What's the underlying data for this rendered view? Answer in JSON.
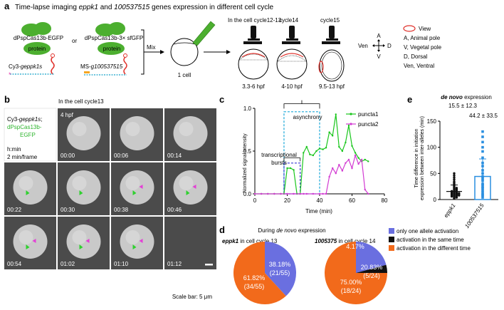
{
  "panel_a": {
    "letter": "a",
    "title_parts": [
      "Time-lapse imaging ",
      "eppk1",
      " and ",
      "100537515",
      " genes expression in different cell cycle"
    ],
    "protein1": "dPspCas13b-EGFP",
    "protein_word": "protein",
    "protein2": "dPspCas13b-3× sfGFP",
    "or": "or",
    "probe1_prefix": "Cy3-",
    "probe1_gene": "geppk1s",
    "probe2_prefix": "MS-",
    "probe2_gene": "g100537515",
    "mix": "Mix",
    "one_cell": "1 cell",
    "stage_header": "In the cell cycle12-13",
    "cycle14": "cycle14",
    "cycle15": "cycle15",
    "time1": "3.3-6 hpf",
    "time2": "4-10 hpf",
    "time3": "9.5-13 hpf",
    "compass": {
      "a": "A",
      "v": "V",
      "d": "D",
      "ven": "Ven"
    },
    "legend": [
      "View",
      "A, Animal pole",
      "V, Vegetal pole",
      "D, Dorsal",
      "Ven, Ventral"
    ],
    "colors": {
      "green": "#4caf2f",
      "red": "#e0322c",
      "orange": "#f5a623",
      "cyan": "#19a3c9"
    }
  },
  "panel_b": {
    "letter": "b",
    "header": "In the cell cycle13",
    "probe_prefix": "Cy3-",
    "probe_gene": "geppk1s",
    "probe_sep": ";",
    "reporter1": "dPspCas13b-",
    "reporter2": "EGFP",
    "hpf": "4 hpf",
    "unit": "h:min",
    "rate": "2 min/frame",
    "frames": [
      "00:00",
      "00:06",
      "00:14",
      "00:22",
      "00:30",
      "00:38",
      "00:46",
      "00:54",
      "01:02",
      "01:10",
      "01:12"
    ],
    "scale_bar": "Scale bar: 5 μm"
  },
  "panel_c": {
    "letter": "c",
    "ylabel": "Normalized signal intensity",
    "xlabel": "Time (min)",
    "annot_async": "asynchrony",
    "annot_bursts1": "transcriptional",
    "annot_bursts2": "bursts",
    "colors": {
      "puncta1": "#19c61c",
      "puncta2": "#d23bd2",
      "cyan": "#1aa7d8",
      "blue": "#3838d0"
    }
  },
  "panel_d": {
    "letter": "d",
    "title_parts": [
      "During ",
      "de novo",
      " expression"
    ],
    "pie1_gene": "eppk1",
    "pie1_suffix": " in cell cycle 13",
    "pie2_gene": "1005375",
    "pie2_suffix": " in cell cycle 14",
    "legend": [
      "only one allele activation",
      "activation in the same time",
      "activation in the different time"
    ],
    "colors": {
      "one": "#6a6fe0",
      "same": "#111111",
      "diff": "#f26a1b"
    }
  },
  "panel_e": {
    "letter": "e",
    "title_parts": [
      "de novo",
      " expression"
    ],
    "ylabel_line1": "Time difference in initiation",
    "ylabel_line2": "expression between inter-alleles (min)",
    "stat1": "15.5 ± 12.3",
    "stat2": "44.2 ± 33.5",
    "colors": {
      "eppk1": "#111111",
      "g2": "#2a8fe0"
    }
  },
  "chart_data": [
    {
      "type": "line",
      "xlabel": "Time (min)",
      "ylabel": "Normalized signal intensity",
      "xlim": [
        0,
        80
      ],
      "ylim": [
        0,
        1.0
      ],
      "xticks": [
        0,
        20,
        40,
        60,
        80
      ],
      "yticks": [
        0.0,
        0.5,
        1.0
      ],
      "annotations": [
        "asynchrony",
        "transcriptional bursts"
      ],
      "series": [
        {
          "name": "puncta1",
          "x": [
            0,
            4,
            8,
            12,
            16,
            18,
            20,
            22,
            24,
            26,
            28,
            30,
            32,
            34,
            36,
            38,
            40,
            42,
            44,
            46,
            48,
            50,
            52,
            54,
            56,
            58,
            60,
            62,
            64,
            66,
            68,
            70
          ],
          "y": [
            0,
            0,
            0,
            0,
            0,
            0,
            0.3,
            0.3,
            0.28,
            0,
            0,
            0.48,
            0.55,
            0.46,
            0.45,
            0.5,
            0.53,
            0.52,
            0.54,
            0.72,
            0.68,
            0.93,
            0.55,
            0.5,
            0.6,
            0.8,
            0.56,
            0.48,
            0.42,
            0.38,
            0.4,
            0.38
          ]
        },
        {
          "name": "puncta2",
          "x": [
            0,
            4,
            8,
            12,
            16,
            20,
            24,
            28,
            30,
            32,
            36,
            40,
            42,
            44,
            46,
            48,
            50,
            52,
            54,
            56,
            58,
            60,
            62,
            64,
            66,
            68,
            70
          ],
          "y": [
            0,
            0,
            0,
            0,
            0,
            0,
            0,
            0,
            0,
            0,
            0,
            0,
            0,
            0,
            0.2,
            0.3,
            0.24,
            0.34,
            0.27,
            0.36,
            0.4,
            0.3,
            0.45,
            0.35,
            0.4,
            0.05,
            0
          ]
        }
      ]
    },
    {
      "type": "pie",
      "title": "eppk1 in cell cycle 13",
      "labels": [
        "only one allele activation",
        "activation in the different time"
      ],
      "values": [
        38.18,
        61.82
      ],
      "data_labels": [
        "38.18%",
        "(21/55)",
        "61.82%",
        "(34/55)"
      ]
    },
    {
      "type": "pie",
      "title": "1005375 in cell cycle 14",
      "labels": [
        "only one allele activation",
        "activation in the same time",
        "activation in the different time"
      ],
      "values": [
        20.83,
        4.17,
        75.0
      ],
      "data_labels": [
        "20.83%",
        "(5/24)",
        "4.17%",
        "75.00%",
        "(18/24)"
      ]
    },
    {
      "type": "scatter",
      "categories": [
        "eppk1",
        "100537515"
      ],
      "ylabel": "Time difference in initiation expression between inter-alleles (min)",
      "ylim": [
        0,
        150
      ],
      "yticks": [
        0,
        50,
        100,
        150
      ],
      "means": [
        15.5,
        44.2
      ],
      "sd": [
        12.3,
        33.5
      ],
      "series": [
        {
          "name": "eppk1",
          "values": [
            2,
            4,
            4,
            6,
            6,
            6,
            8,
            8,
            8,
            8,
            10,
            10,
            10,
            10,
            12,
            12,
            12,
            12,
            14,
            14,
            14,
            16,
            16,
            16,
            18,
            18,
            20,
            20,
            22,
            22,
            24,
            26,
            28,
            30,
            32,
            34,
            38,
            42,
            46,
            50
          ]
        },
        {
          "name": "100537515",
          "values": [
            4,
            8,
            10,
            14,
            18,
            22,
            24,
            28,
            30,
            36,
            40,
            44,
            50,
            56,
            64,
            70,
            80,
            92,
            100,
            110,
            120,
            130
          ]
        }
      ]
    }
  ]
}
